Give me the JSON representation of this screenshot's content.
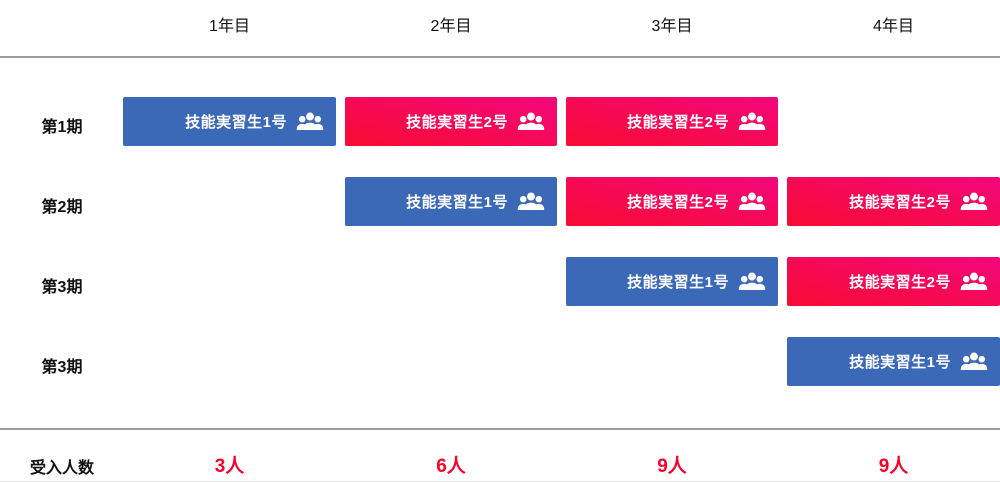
{
  "diagram": {
    "title": "technical-intern-training-timeline",
    "columns": [
      "1年目",
      "2年目",
      "3年目",
      "4年目"
    ],
    "rows": [
      {
        "label": "第1期",
        "bars": [
          {
            "col": 0,
            "kind": "no1",
            "label": "技能実習生1号",
            "icon": "users-icon"
          },
          {
            "col": 1,
            "kind": "no2",
            "label": "技能実習生2号",
            "icon": "users-icon"
          },
          {
            "col": 2,
            "kind": "no2",
            "label": "技能実習生2号",
            "icon": "users-icon"
          }
        ]
      },
      {
        "label": "第2期",
        "bars": [
          {
            "col": 1,
            "kind": "no1",
            "label": "技能実習生1号",
            "icon": "users-icon"
          },
          {
            "col": 2,
            "kind": "no2",
            "label": "技能実習生2号",
            "icon": "users-icon"
          },
          {
            "col": 3,
            "kind": "no2",
            "label": "技能実習生2号",
            "icon": "users-icon"
          }
        ]
      },
      {
        "label": "第3期",
        "bars": [
          {
            "col": 2,
            "kind": "no1",
            "label": "技能実習生1号",
            "icon": "users-icon"
          },
          {
            "col": 3,
            "kind": "no2",
            "label": "技能実習生2号",
            "icon": "users-icon"
          }
        ]
      },
      {
        "label": "第3期",
        "bars": [
          {
            "col": 3,
            "kind": "no1",
            "label": "技能実習生1号",
            "icon": "users-icon"
          }
        ]
      }
    ],
    "footer": {
      "label": "受入人数",
      "values": [
        "3人",
        "6人",
        "9人",
        "9人"
      ]
    },
    "colors": {
      "bar_no1": "#3c68b8",
      "bar_no2_start": "#f80b31",
      "bar_no2_end": "#f2077d",
      "count_red": "#f7032c",
      "divider": "#9b9b9b",
      "bottom_edge": "#e9e9e9",
      "text": "#111111"
    }
  }
}
